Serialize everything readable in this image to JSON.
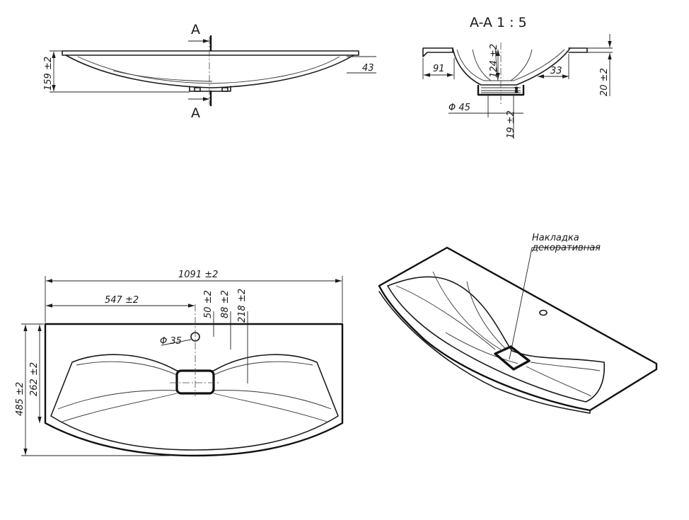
{
  "section_title": "A-A 1 : 5",
  "cut_marks": {
    "top": "A",
    "bottom": "A"
  },
  "side_view": {
    "height": "159 ±2",
    "rim": "43"
  },
  "section_view": {
    "left": "91",
    "depth": "124 ±2",
    "right": "33",
    "slab": "20 ±2",
    "drain": "Φ 45",
    "drain_height": "19 ±2"
  },
  "plan_view": {
    "width": "1091 ±2",
    "half_width": "547 ±2",
    "hole_offset": "50 ±2",
    "d88": "88 ±2",
    "d218": "218 ±2",
    "hole_diameter": "Φ 35",
    "depth": "485 ±2",
    "bowl_depth": "262 ±2"
  },
  "iso_view": {
    "note_line1": "Накладка",
    "note_line2": "декоративная"
  }
}
